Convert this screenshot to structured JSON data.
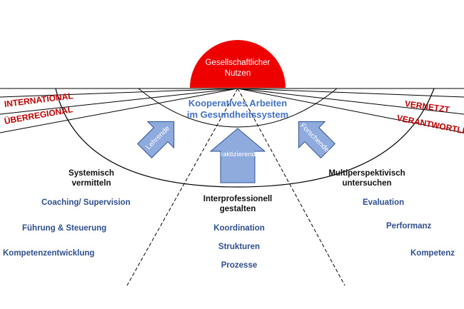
{
  "colors": {
    "sun": "#ee0000",
    "arrow_fill": "#8faadc",
    "arrow_stroke": "#2f528f",
    "label_blue": "#2f4f8f",
    "label_red": "#c00000"
  },
  "sun": {
    "line1": "Gesellschaftlicher",
    "line2": "Nutzen"
  },
  "center": {
    "line1": "Kooperatives Arbeiten",
    "line2": "im Gesundheitssystem"
  },
  "arrows": {
    "left": "Lehrende",
    "middle": "Praktizierende",
    "right": "Forschende"
  },
  "left_edge": {
    "top": "INTERNATIONAL",
    "bottom": "ÜBERREGIONAL"
  },
  "right_edge": {
    "top": "VERNETZT",
    "bottom": "VERANTWORTLICH"
  },
  "sectors": {
    "left": {
      "title1": "Systemisch",
      "title2": "vermitteln",
      "items": [
        "Coaching/ Supervision",
        "Führung & Steuerung",
        "Kompetenzentwicklung"
      ]
    },
    "middle": {
      "title1": "Interprofessionell",
      "title2": "gestalten",
      "items": [
        "Koordination",
        "Strukturen",
        "Prozesse"
      ]
    },
    "right": {
      "title1": "Multiperspektivisch",
      "title2": "untersuchen",
      "items": [
        "Evaluation",
        "Performanz",
        "Kompetenz"
      ]
    }
  }
}
